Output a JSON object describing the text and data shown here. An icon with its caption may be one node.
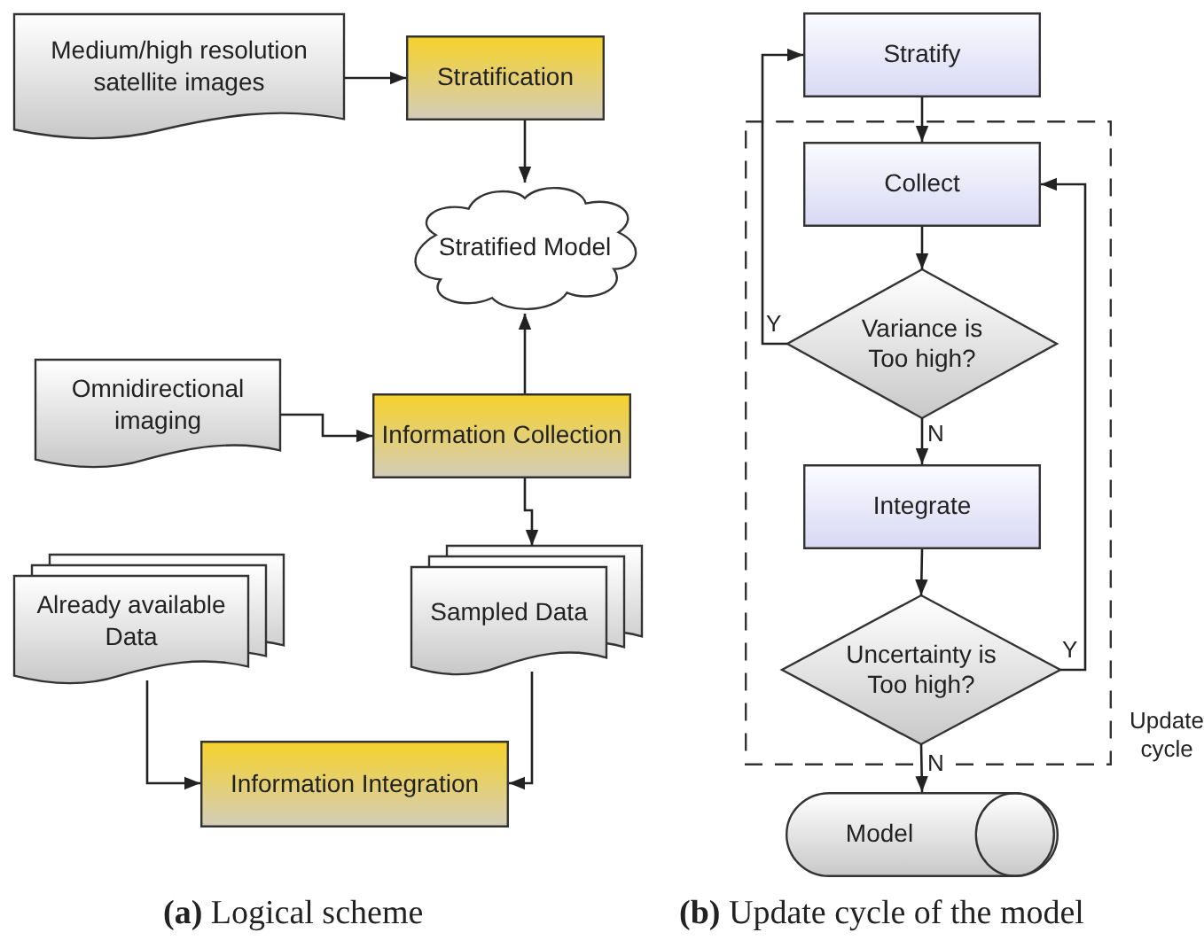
{
  "diagram": {
    "nodes": [
      {
        "text": [
          "Medium/high resolution satellite images"
        ]
      },
      {
        "text": [
          "Stratification"
        ]
      },
      {
        "text": [
          "Stratified Model"
        ]
      },
      {
        "text": [
          "Omnidirectional imaging"
        ]
      },
      {
        "text": [
          "Information Collection"
        ]
      },
      {
        "text": [
          "Already available Data"
        ]
      },
      {
        "text": [
          "Sampled Data"
        ]
      },
      {
        "text": [
          "Information Integration"
        ]
      },
      {
        "text": [
          "Stratify"
        ]
      },
      {
        "text": [
          "Update cycle"
        ]
      },
      {
        "text": [
          "Collect"
        ],
        "in": 9
      },
      {
        "text": [
          "Variance is Too high?"
        ],
        "in": 9
      },
      {
        "text": [
          "Integrate"
        ],
        "in": 9
      },
      {
        "text": [
          "Uncertainty is Too high?"
        ],
        "in": 9
      },
      {
        "text": [
          "Model"
        ]
      }
    ],
    "edges": [
      {
        "from": 0,
        "to": 1,
        "arrow": "to"
      },
      {
        "from": 1,
        "to": 2,
        "arrow": "to"
      },
      {
        "from": 4,
        "to": 2,
        "arrow": "to"
      },
      {
        "from": 3,
        "to": 4,
        "arrow": "to"
      },
      {
        "from": 4,
        "to": 6,
        "arrow": "to"
      },
      {
        "from": 5,
        "to": 7,
        "arrow": "to"
      },
      {
        "from": 6,
        "to": 7,
        "arrow": "to"
      },
      {
        "from": 8,
        "to": 10,
        "arrow": "to"
      },
      {
        "from": 10,
        "to": 11,
        "arrow": "to"
      },
      {
        "from": 11,
        "to": 8,
        "arrow": "to",
        "label": "Y"
      },
      {
        "from": 11,
        "to": 12,
        "arrow": "to",
        "label": "N"
      },
      {
        "from": 12,
        "to": 13,
        "arrow": "to"
      },
      {
        "from": 13,
        "to": 10,
        "arrow": "to",
        "label": "Y"
      },
      {
        "from": 13,
        "to": 14,
        "arrow": "to",
        "label": "N"
      }
    ],
    "labels": [
      "**(a)** Logical scheme",
      "**(b)** Update cycle of the model"
    ]
  }
}
